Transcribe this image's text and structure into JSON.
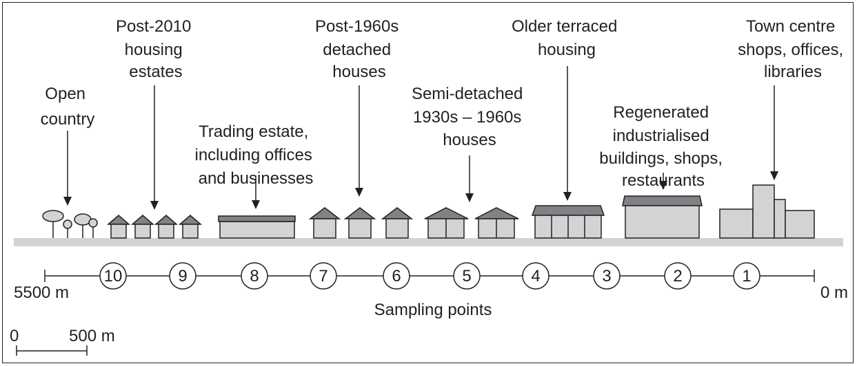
{
  "zones": [
    {
      "id": "open-country",
      "lines": [
        "Open",
        "country"
      ]
    },
    {
      "id": "post-2010",
      "lines": [
        "Post-2010",
        "housing",
        "estates"
      ]
    },
    {
      "id": "trading-estate",
      "lines": [
        "Trading estate,",
        "including offices",
        "and businesses"
      ]
    },
    {
      "id": "post-1960s",
      "lines": [
        "Post-1960s",
        "detached",
        "houses"
      ]
    },
    {
      "id": "semi-detached",
      "lines": [
        "Semi-detached",
        "1930s – 1960s",
        "houses"
      ]
    },
    {
      "id": "older-terraced",
      "lines": [
        "Older terraced",
        "housing"
      ]
    },
    {
      "id": "regenerated",
      "lines": [
        "Regenerated",
        "industrialised",
        "buildings, shops,",
        "restaurants"
      ]
    },
    {
      "id": "town-centre",
      "lines": [
        "Town centre",
        "shops, offices,",
        "libraries"
      ]
    }
  ],
  "transect": {
    "start_label": "5500 m",
    "end_label": "0 m",
    "points": [
      "10",
      "9",
      "8",
      "7",
      "6",
      "5",
      "4",
      "3",
      "2",
      "1"
    ],
    "caption": "Sampling points"
  },
  "scale_bar": {
    "start_label": "0",
    "end_label": "500 m"
  },
  "colors": {
    "ground": "#d1d3d4",
    "roof": "#808285",
    "building": "#d1d3d4",
    "ink": "#231f20"
  }
}
